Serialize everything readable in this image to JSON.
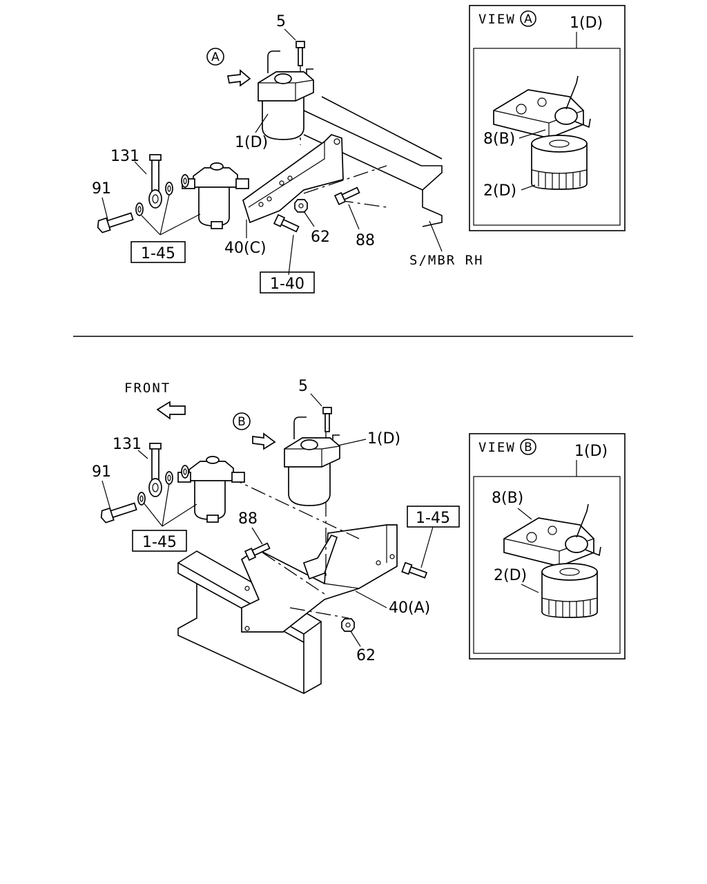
{
  "top": {
    "view_marker": "A",
    "labels": {
      "bolt_top": "5",
      "filter": "1(D)",
      "hollow_bolt": "131",
      "eye_bolt": "91",
      "bracket": "40(C)",
      "nut": "62",
      "bolt_side": "88",
      "ref1": "1-45",
      "ref2": "1-40",
      "frame": "S/MBR RH"
    },
    "view": {
      "title": "VIEW",
      "marker": "A",
      "head": "1(D)",
      "element": "8(B)",
      "cartridge": "2(D)"
    }
  },
  "bottom": {
    "view_marker": "B",
    "front": "FRONT",
    "labels": {
      "bolt_top": "5",
      "filter": "1(D)",
      "hollow_bolt": "131",
      "eye_bolt": "91",
      "bolt_side": "88",
      "ref1": "1-45",
      "ref2": "1-45",
      "bracket": "40(A)",
      "nut": "62"
    },
    "view": {
      "title": "VIEW",
      "marker": "B",
      "head": "1(D)",
      "element": "8(B)",
      "cartridge": "2(D)"
    }
  }
}
